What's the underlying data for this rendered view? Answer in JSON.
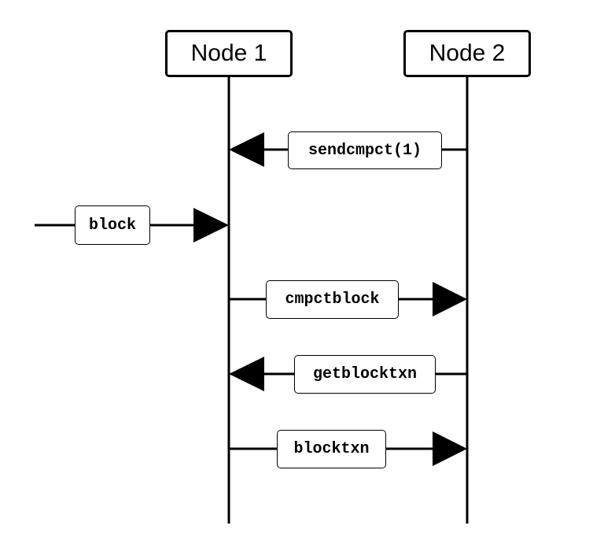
{
  "participants": [
    {
      "label": "Node 1"
    },
    {
      "label": "Node 2"
    }
  ],
  "messages": [
    {
      "label": "sendcmpct(1)",
      "from": "Node 2",
      "to": "Node 1"
    },
    {
      "label": "block",
      "from": "",
      "to": "Node 1"
    },
    {
      "label": "cmpctblock",
      "from": "Node 1",
      "to": "Node 2"
    },
    {
      "label": "getblocktxn",
      "from": "Node 2",
      "to": "Node 1"
    },
    {
      "label": "blocktxn",
      "from": "Node 1",
      "to": "Node 2"
    }
  ],
  "colors": {
    "line": "#000000",
    "background": "#ffffff"
  }
}
